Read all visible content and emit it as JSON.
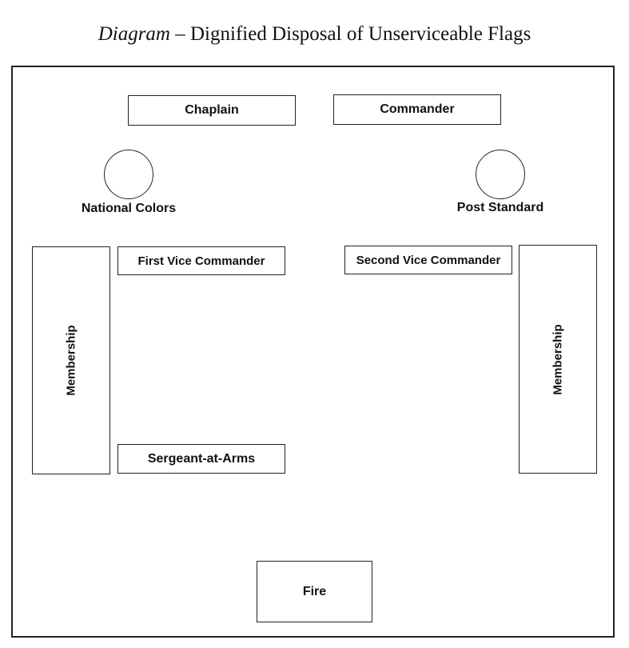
{
  "title": {
    "italic": "Diagram",
    "rest": " – Dignified Disposal of Unserviceable Flags"
  },
  "positions": {
    "chaplain": "Chaplain",
    "commander": "Commander",
    "national_colors": "National Colors",
    "post_standard": "Post Standard",
    "first_vice_commander": "First Vice Commander",
    "second_vice_commander": "Second Vice Commander",
    "membership_left": "Membership",
    "membership_right": "Membership",
    "sergeant_at_arms": "Sergeant-at-Arms",
    "fire": "Fire"
  },
  "colors": {
    "line": "#222222",
    "background": "#ffffff",
    "text": "#111111"
  }
}
